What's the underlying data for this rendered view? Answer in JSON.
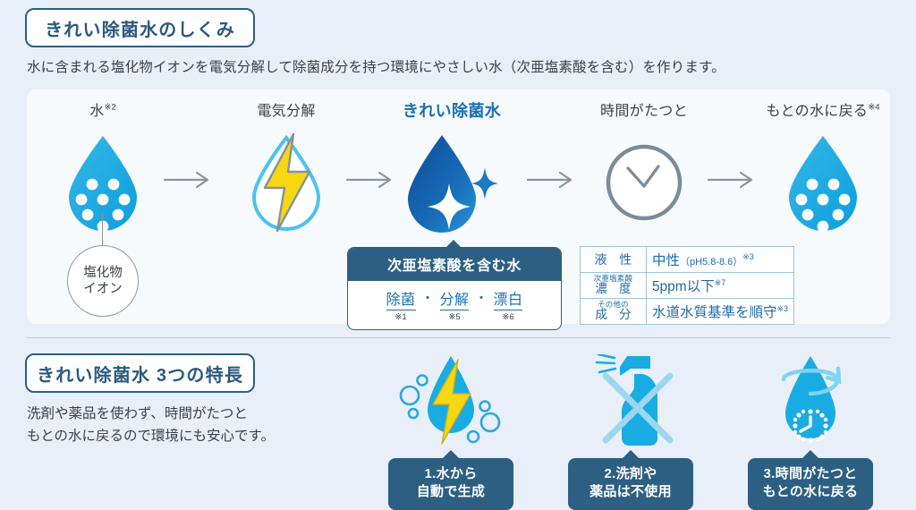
{
  "section_mechanism": {
    "heading": "きれい除菌水のしくみ",
    "lead": "水に含まれる塩化物イオンを電気分解して除菌成分を持つ環境にやさしい水（次亜塩素酸を含む）を作ります。",
    "steps": [
      {
        "label": "水",
        "note": "※2",
        "icon": "water-drop-dots-icon"
      },
      {
        "label": "電気分解",
        "note": "",
        "icon": "water-drop-lightning-icon"
      },
      {
        "label": "きれい除菌水",
        "note": "",
        "icon": "water-drop-sparkle-icon"
      },
      {
        "label": "時間がたつと",
        "note": "",
        "icon": "clock-icon"
      },
      {
        "label": "もとの水に戻る",
        "note": "※4",
        "icon": "water-drop-dots-icon"
      }
    ],
    "callout": {
      "line1": "塩化物",
      "line2": "イオン"
    },
    "hclo_box": {
      "title": "次亜塩素酸を含む水",
      "terms": [
        {
          "word": "除菌",
          "note": "※1"
        },
        {
          "word": "分解",
          "note": "※5"
        },
        {
          "word": "漂白",
          "note": "※6"
        }
      ],
      "separator": "・"
    },
    "spec_table": {
      "rows": [
        {
          "key_line1": "液 性",
          "key_line2": "",
          "value": "中性",
          "value_paren": "（pH5.8-8.6）",
          "value_note": "※3"
        },
        {
          "key_line1": "次亜塩素酸",
          "key_line2": "濃 度",
          "value": "5ppm以下",
          "value_paren": "",
          "value_note": "※7"
        },
        {
          "key_line1": "その他の",
          "key_line2": "成 分",
          "value": "水道水質基準を順守",
          "value_paren": "",
          "value_note": "※3"
        }
      ]
    }
  },
  "section_features": {
    "heading": "きれい除菌水 3つの特長",
    "lead_line1": "洗剤や薬品を使わず、時間がたつと",
    "lead_line2": "もとの水に戻るので環境にも安心です。",
    "items": [
      {
        "icon": "drop-lightning-bubbles-icon",
        "caption_line1": "1.水から",
        "caption_line2": "自動で生成"
      },
      {
        "icon": "spray-bottle-crossed-icon",
        "caption_line1": "2.洗剤や",
        "caption_line2": "薬品は不使用"
      },
      {
        "icon": "drop-clock-return-icon",
        "caption_line1": "3.時間がたつと",
        "caption_line2": "もとの水に戻る"
      }
    ]
  },
  "colors": {
    "page_background": "#e9eff8",
    "panel_background": "#f7fafd",
    "dark_blue": "#2c5f82",
    "accent_blue": "#1a6fb5",
    "cyan": "#18a8e0",
    "yellow": "#f5d811",
    "gray_blue": "#7b8b97"
  }
}
